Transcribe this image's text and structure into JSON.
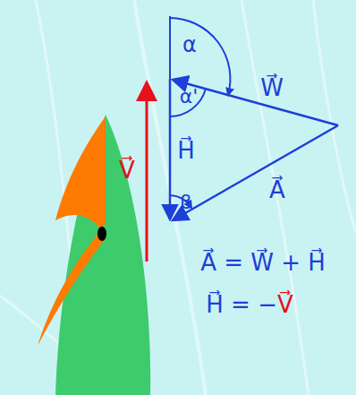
{
  "diagram": {
    "labels": [
      "α",
      "W⃗",
      "α'",
      "V⃗",
      "H⃗",
      "β",
      "A⃗",
      "A⃗ = W⃗ + H⃗",
      "H⃗ = −V⃗"
    ]
  }
}
